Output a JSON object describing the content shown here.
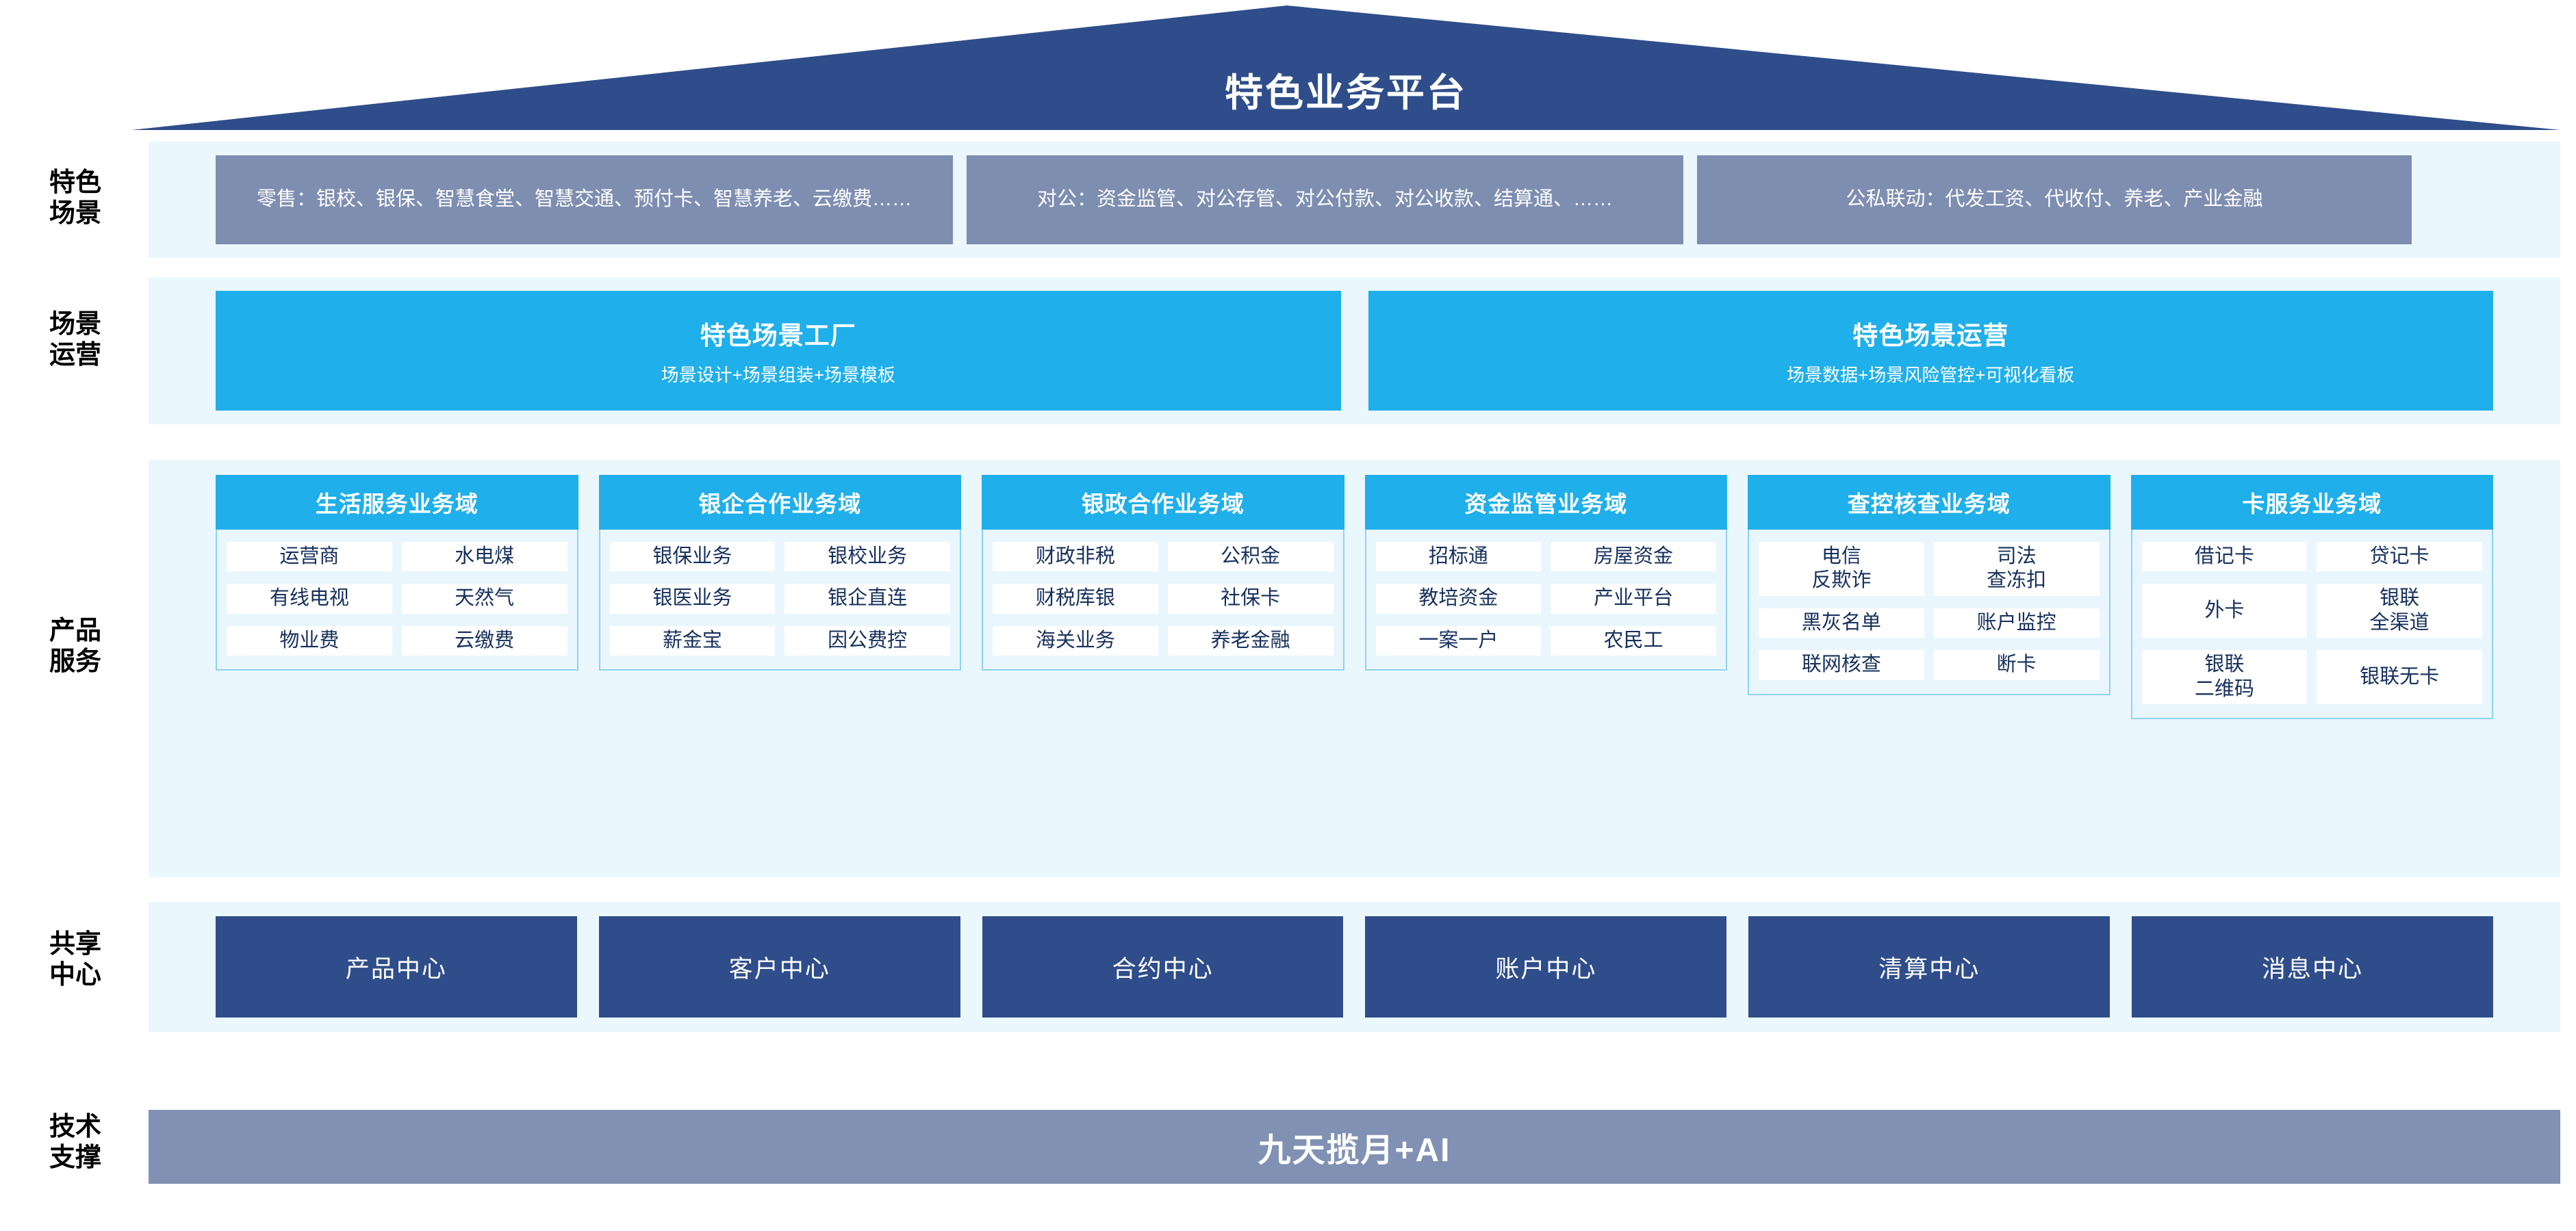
{
  "header": {
    "title": "特色业务平台",
    "shape": "roof-triangle",
    "color": "#2f4d8a"
  },
  "row_labels": [
    {
      "key": "scene",
      "text": "特色\n场景"
    },
    {
      "key": "op",
      "text": "场景\n运营"
    },
    {
      "key": "product",
      "text": "产品\n服务"
    },
    {
      "key": "share",
      "text": "共享\n中心"
    },
    {
      "key": "tech",
      "text": "技术\n支撑"
    }
  ],
  "scenes": {
    "color": "#7e8eb1",
    "items": [
      {
        "label": "零售：银校、银保、智慧食堂、智慧交通、预付卡、智慧养老、云缴费……"
      },
      {
        "label": "对公：资金监管、对公存管、对公付款、对公收款、结算通、……"
      },
      {
        "label": "公私联动：代发工资、代收付、养老、产业金融"
      }
    ]
  },
  "operations": {
    "color": "#1fafea",
    "items": [
      {
        "title": "特色场景工厂",
        "subtitle": "场景设计+场景组装+场景模板"
      },
      {
        "title": "特色场景运营",
        "subtitle": "场景数据+场景风险管控+可视化看板"
      }
    ]
  },
  "product_service": {
    "header_color": "#1fafea",
    "body_color": "#e9f6fd",
    "text_color": "#16305c",
    "columns": [
      {
        "title": "生活服务业务域",
        "rows": [
          [
            "运营商",
            "水电煤"
          ],
          [
            "有线电视",
            "天然气"
          ],
          [
            "物业费",
            "云缴费"
          ]
        ]
      },
      {
        "title": "银企合作业务域",
        "rows": [
          [
            "银保业务",
            "银校业务"
          ],
          [
            "银医业务",
            "银企直连"
          ],
          [
            "薪金宝",
            "因公费控"
          ]
        ]
      },
      {
        "title": "银政合作业务域",
        "rows": [
          [
            "财政非税",
            "公积金"
          ],
          [
            "财税库银",
            "社保卡"
          ],
          [
            "海关业务",
            "养老金融"
          ]
        ]
      },
      {
        "title": "资金监管业务域",
        "rows": [
          [
            "招标通",
            "房屋资金"
          ],
          [
            "教培资金",
            "产业平台"
          ],
          [
            "一案一户",
            "农民工"
          ]
        ]
      },
      {
        "title": "查控核查业务域",
        "rows": [
          [
            "电信\n反欺诈",
            "司法\n查冻扣"
          ],
          [
            "黑灰名单",
            "账户监控"
          ],
          [
            "联网核查",
            "断卡"
          ]
        ]
      },
      {
        "title": "卡服务业务域",
        "rows": [
          [
            "借记卡",
            "贷记卡"
          ],
          [
            "外卡",
            "银联\n全渠道"
          ],
          [
            "银联\n二维码",
            "银联无卡"
          ]
        ]
      }
    ]
  },
  "shared_centers": {
    "color": "#2f4d8a",
    "items": [
      {
        "label": "产品中心"
      },
      {
        "label": "客户中心"
      },
      {
        "label": "合约中心"
      },
      {
        "label": "账户中心"
      },
      {
        "label": "清算中心"
      },
      {
        "label": "消息中心"
      }
    ]
  },
  "tech_support": {
    "color": "#8091b4",
    "label": "九天揽月+AI"
  }
}
